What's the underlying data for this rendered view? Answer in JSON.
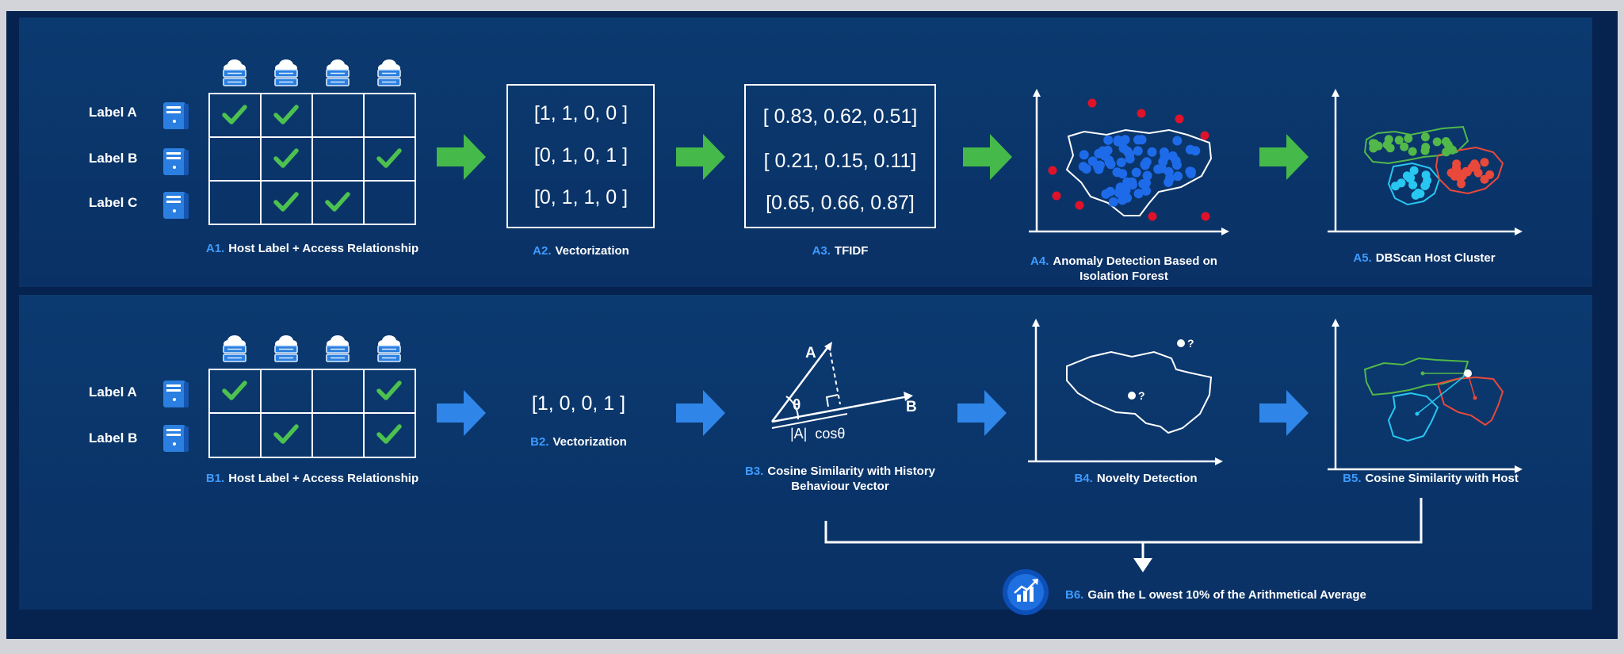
{
  "colors": {
    "background": "#06224f",
    "panel": "#0b3a70",
    "arrow_green": "#45b94a",
    "arrow_blue": "#2f86e8",
    "check": "#4dc14f",
    "caption_prefix": "#3d9bff",
    "cluster_green": "#52b84a",
    "cluster_cyan": "#28c6f0",
    "cluster_red": "#e9493a",
    "point_blue": "#1e6bea",
    "outlier_red": "#e0122a"
  },
  "pipeline_a": {
    "step1": {
      "labels": [
        "Label A",
        "Label B",
        "Label C"
      ],
      "checks": [
        [
          true,
          true,
          false,
          false
        ],
        [
          false,
          true,
          false,
          true
        ],
        [
          false,
          true,
          true,
          false
        ]
      ],
      "caption_prefix": "A1.",
      "caption": "Host Label + Access Relationship"
    },
    "step2": {
      "vectors": [
        "[1, 1, 0, 0 ]",
        "[0, 1, 0, 1 ]",
        "[0, 1, 1, 0 ]"
      ],
      "caption_prefix": "A2.",
      "caption": "Vectorization"
    },
    "step3": {
      "vectors": [
        "[ 0.83, 0.62, 0.51]",
        "[ 0.21, 0.15, 0.11]",
        "[0.65, 0.66, 0.87]"
      ],
      "caption_prefix": "A3.",
      "caption": "TFIDF"
    },
    "step4": {
      "caption_prefix": "A4.",
      "caption_line1": "Anomaly Detection Based on",
      "caption_line2": "Isolation  Forest"
    },
    "step5": {
      "caption_prefix": "A5.",
      "caption": "DBScan Host Cluster"
    }
  },
  "pipeline_b": {
    "step1": {
      "labels": [
        "Label A",
        "Label B"
      ],
      "checks": [
        [
          true,
          false,
          false,
          true
        ],
        [
          false,
          true,
          false,
          true
        ]
      ],
      "caption_prefix": "B1.",
      "caption": "Host Label + Access Relationship"
    },
    "step2": {
      "vector": "[1, 0, 0, 1 ]",
      "caption_prefix": "B2.",
      "caption": "Vectorization"
    },
    "step3": {
      "label_a": "A",
      "label_b": "B",
      "label_theta": "θ",
      "label_projection": "|A|  cosθ",
      "caption_prefix": "B3.",
      "caption_line1": "Cosine Similarity with History",
      "caption_line2": "Behaviour Vector"
    },
    "step4": {
      "unknown_mark": "?",
      "caption_prefix": "B4.",
      "caption": "Novelty Detection"
    },
    "step5": {
      "caption_prefix": "B5.",
      "caption": "Cosine Similarity with Host"
    },
    "step6": {
      "icon": "growth-chart-icon",
      "caption_prefix": "B6.",
      "caption": "Gain the L owest 10% of the Arithmetical Average"
    }
  }
}
